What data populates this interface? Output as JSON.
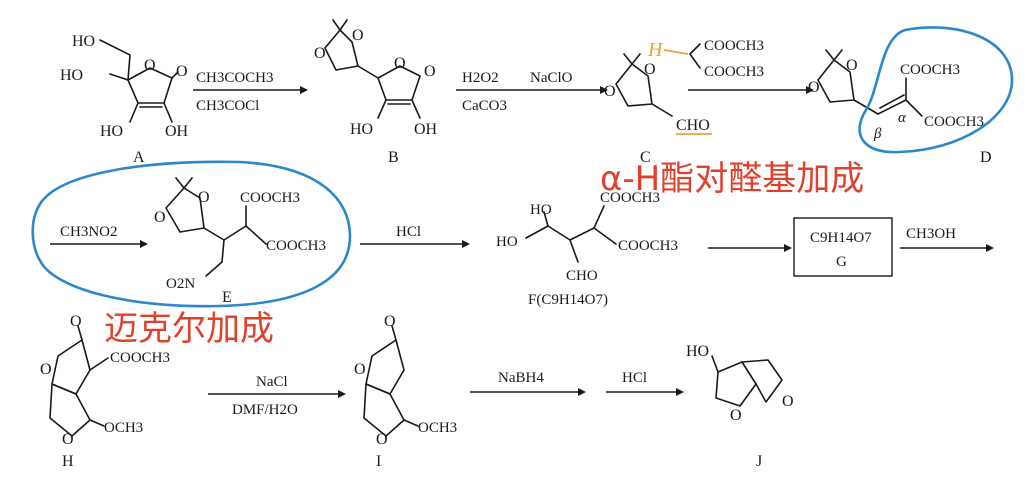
{
  "compounds": {
    "A": {
      "label": "A",
      "groups": [
        "HO",
        "HO",
        "O",
        "O",
        "HO",
        "OH"
      ]
    },
    "B": {
      "label": "B",
      "groups": [
        "O",
        "O",
        "O",
        "O",
        "HO",
        "OH"
      ]
    },
    "C": {
      "label": "C",
      "groups": [
        "O",
        "O",
        "CHO"
      ]
    },
    "D": {
      "label": "D",
      "groups": [
        "O",
        "O",
        "COOCH3",
        "COOCH3"
      ]
    },
    "E": {
      "label": "E",
      "groups": [
        "O",
        "O",
        "COOCH3",
        "COOCH3",
        "O2N"
      ]
    },
    "F": {
      "label": "F(C9H14O7)",
      "groups": [
        "HO",
        "HO",
        "COOCH3",
        "COOCH3",
        "CHO"
      ]
    },
    "G": {
      "label": "G",
      "formula": "C9H14O7"
    },
    "H": {
      "label": "H",
      "groups": [
        "O",
        "COOCH3",
        "O",
        "O",
        "OCH3"
      ]
    },
    "I": {
      "label": "I",
      "groups": [
        "O",
        "O",
        "O",
        "OCH3"
      ]
    },
    "J": {
      "label": "J",
      "groups": [
        "HO",
        "O",
        "O"
      ]
    }
  },
  "reagents": {
    "a_to_b": [
      "CH3COCH3",
      "CH3COCl"
    ],
    "b_to_c": [
      "H2O2",
      "CaCO3",
      "NaClO"
    ],
    "c_to_d": {
      "h": "H",
      "groups": [
        "COOCH3",
        "COOCH3"
      ]
    },
    "d_to_e": "CH3NO2",
    "e_to_f": "HCl",
    "g_step": "CH3OH",
    "h_to_i": [
      "NaCl",
      "DMF/H2O"
    ],
    "i_step1": "NaBH4",
    "i_step2": "HCl"
  },
  "bond_labels": {
    "alpha": "α",
    "beta": "β"
  },
  "annotations": {
    "ester_aldehyde_addition": "α-H酯对醛基加成",
    "michael_addition": "迈克尔加成"
  },
  "colors": {
    "annotation": "#e0402e",
    "circle": "#2e88c8",
    "highlight": "#e8a23a"
  }
}
